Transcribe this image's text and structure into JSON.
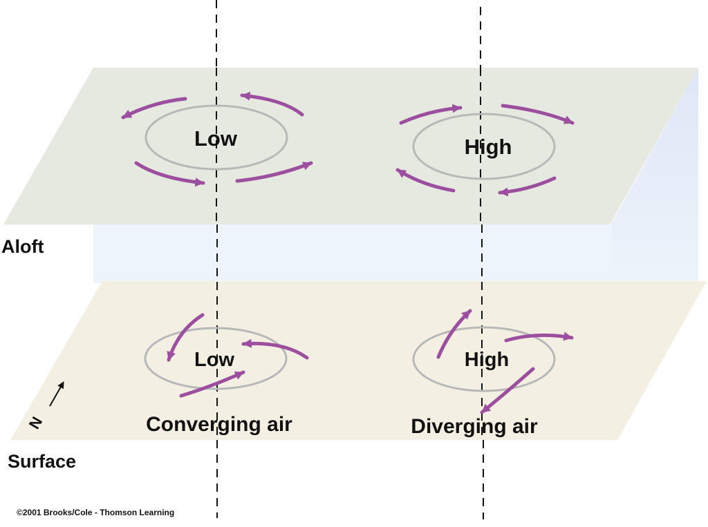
{
  "layers": {
    "aloft": {
      "label": "Aloft",
      "low": {
        "label": "Low"
      },
      "high": {
        "label": "High"
      }
    },
    "surface": {
      "label": "Surface",
      "low": {
        "label": "Low",
        "caption": "Converging air"
      },
      "high": {
        "label": "High",
        "caption": "Diverging air"
      }
    }
  },
  "compass": {
    "label": "N"
  },
  "credit": "©2001 Brooks/Cole - Thomson Learning",
  "colors": {
    "aloft_plane": "#e6e9df",
    "surface_plane": "#f3efe2",
    "back_wall": "#e9f0fa",
    "side_wall": "#e1e6f4",
    "arrow": "#9b4f9e",
    "isobar": "#b8b8b8",
    "axis": "#111111"
  }
}
